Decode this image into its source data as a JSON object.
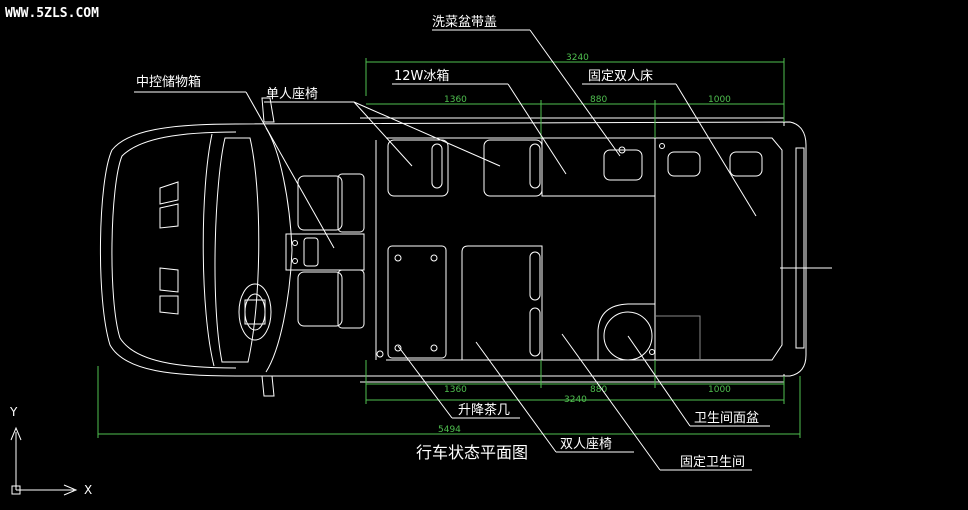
{
  "watermark": "WWW.5ZLS.COM",
  "title": "行车状态平面图",
  "labels": {
    "sink_with_lid": "洗菜盆带盖",
    "center_storage": "中控储物箱",
    "single_seat": "单人座椅",
    "fridge": "12W冰箱",
    "fixed_double_bed": "固定双人床",
    "lift_table": "升降茶几",
    "double_seat": "双人座椅",
    "toilet_basin": "卫生间面盆",
    "fixed_toilet": "固定卫生间"
  },
  "dimensions": {
    "top_total": "3240",
    "top_seg1": "1360",
    "top_seg2": "880",
    "top_seg3": "1000",
    "bottom_seg1": "1360",
    "bottom_seg2": "880",
    "bottom_seg3": "1000",
    "bottom_total": "3240",
    "overall": "5494"
  },
  "axes": {
    "y": "Y",
    "x": "X"
  },
  "colors": {
    "background": "#000000",
    "line": "#ffffff",
    "dimension": "#4fbf4f"
  }
}
